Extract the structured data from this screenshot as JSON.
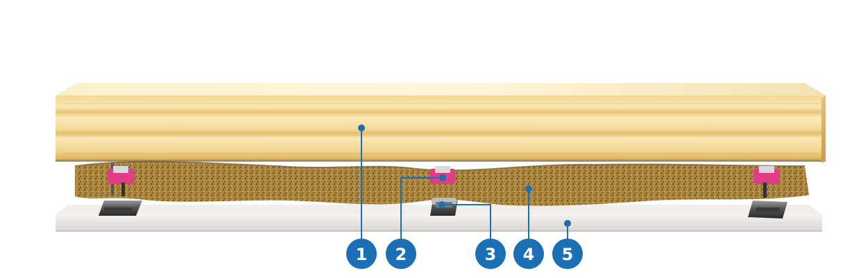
{
  "colors": {
    "callout": "#1a6fb5",
    "wood_light": "#f7e3a6",
    "wood_mid": "#ecc97a",
    "wood_dark": "#d9ae5c",
    "insulation": "#b08a45",
    "insulation_dark": "#7d5f28",
    "clip": "#e23c86",
    "base_board": "#ecebe9",
    "rail": "#6b6b6b"
  },
  "callouts": [
    {
      "label": "1"
    },
    {
      "label": "2"
    },
    {
      "label": "3"
    },
    {
      "label": "4"
    },
    {
      "label": "5"
    }
  ]
}
